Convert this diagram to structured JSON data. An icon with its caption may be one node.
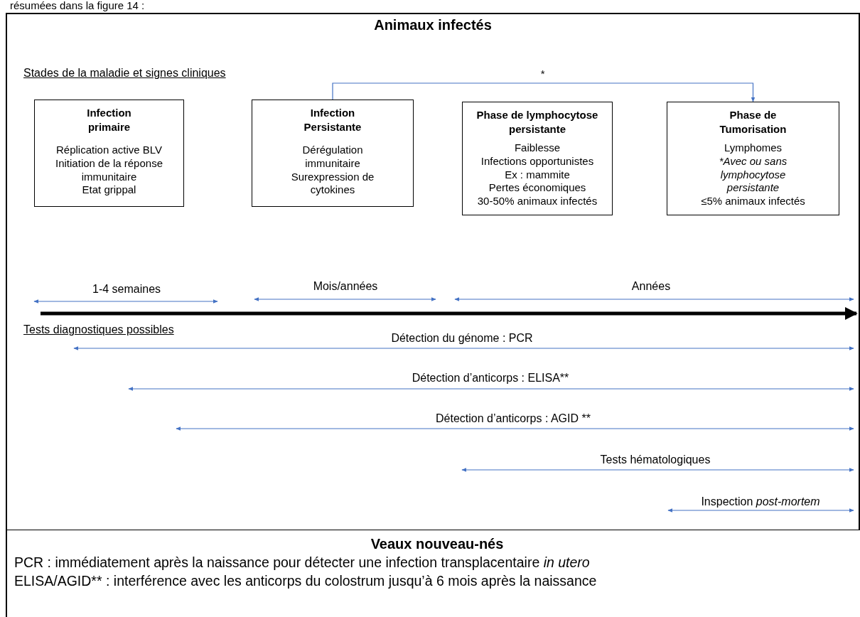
{
  "diagram": {
    "nodes": [
      {
        "text": [
          "Animaux infectés"
        ]
      },
      {
        "text": [
          "Infection primaire",
          "Réplication active BLV",
          "Initiation de la réponse immunitaire",
          "Etat grippal"
        ],
        "in": 0
      },
      {
        "text": [
          "Infection Persistante",
          "Dérégulation immunitaire",
          "Surexpression de cytokines"
        ],
        "in": 0
      },
      {
        "text": [
          "Phase de lymphocytose persistante",
          "Faiblesse",
          "Infections opportunistes",
          "Ex : mammite",
          "Pertes économiques",
          "30-50% animaux infectés"
        ],
        "in": 0
      },
      {
        "text": [
          "Phase de Tumorisation",
          "Lymphomes",
          "*Avec ou sans lymphocytose persistante",
          "≤5% animaux infectés"
        ],
        "in": 0
      },
      {
        "text": [
          "Veaux nouveau-nés",
          "PCR : immédiatement après la naissance pour détecter une infection transplacentaire *in utero*",
          "ELISA/AGID** : interférence avec les anticorps du colostrum jusqu’à 6 mois après la naissance"
        ]
      }
    ],
    "edges": [
      {
        "from": 2,
        "to": 4,
        "arrow": "to",
        "label": "*"
      }
    ],
    "labels": [
      "résumées dans la figure 14 :",
      "Stades de la maladie et signes cliniques",
      "1-4 semaines",
      "Mois/années",
      "Années",
      "Tests diagnostiques possibles",
      "Détection du génome : PCR",
      "Détection d’anticorps : ELISA**",
      "Détection d’anticorps : AGID **",
      "Tests hématologiques",
      "Inspection *post-mortem*"
    ]
  }
}
